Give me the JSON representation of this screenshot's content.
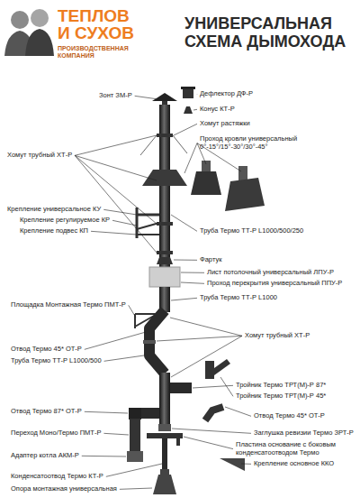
{
  "diagram": {
    "title": "УНИВЕРСАЛЬНАЯ СХЕМА ДЫМОХОДА",
    "labels": [
      "ТЕПЛОВ И СУХОВ",
      "ПРОИЗВОДСТВЕННАЯ КОМПАНИЯ",
      "Зонт ЗМ-Р",
      "Дефлектор ДФ-Р",
      "Конус КТ-Р",
      "Хомут растяжки",
      "Проход кровли универсальный 0°-15°/15°-30°/30°-45°",
      "Хомут трубный ХТ-Р",
      "Крепление универсальное КУ",
      "Крепление регулируемое КР",
      "Крепление подвес КП",
      "Труба Термо ТТ-Р L1000/500/250",
      "Фартук",
      "Лист потолочный универсальный ЛПУ-Р",
      "Проход перекрытия универсальный ППУ-Р",
      "Труба Термо ТТ-Р L1000",
      "Площадка Монтажная Термо ПМТ-Р",
      "Хомут трубный ХТ-Р",
      "Отвод Термо 45* ОТ-Р",
      "Труба Термо ТТ-Р L1000/500",
      "Тройник Термо ТРТ(М)-Р 87*",
      "Тройник Термо ТРТ(М)-Р 45*",
      "Отвод Термо 87* ОТ-Р",
      "Отвод Термо 45* ОТ-Р",
      "Переход Моно/Термо ПМТ-Р",
      "Заглушка ревизии Термо ЗРТ-Р",
      "Пластина основание с боковым конденсатоотводом Термо",
      "Адаптер котла АКМ-Р",
      "Крепление основное ККО",
      "Конденсатоотвод Термо КТ-Р",
      "Опора монтажная универсальная"
    ]
  }
}
